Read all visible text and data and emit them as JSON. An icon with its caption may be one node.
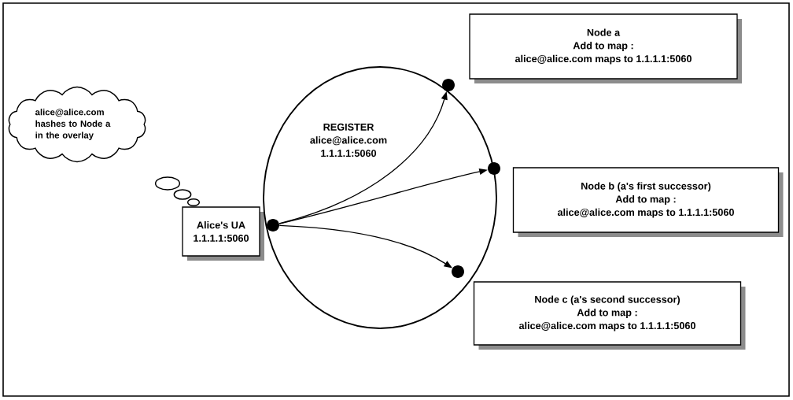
{
  "diagram": {
    "nodes": [
      {
        "text": [
          "alice@alice.com hashes to Node a in the overlay"
        ]
      },
      {
        "text": [
          "Alice's UA",
          "1.1.1.1:5060"
        ]
      },
      {
        "text": [
          "REGISTER",
          "alice@alice.com",
          "1.1.1.1:5060"
        ]
      },
      {
        "text": [],
        "shape": "circle"
      },
      {
        "text": [],
        "shape": "circle"
      },
      {
        "text": [],
        "shape": "circle"
      },
      {
        "text": [],
        "shape": "circle"
      },
      {
        "text": [
          "Node a",
          "Add to map :",
          "alice@alice.com maps to 1.1.1.1:5060"
        ]
      },
      {
        "text": [
          "Node b (a's first successor)",
          "Add to map :",
          "alice@alice.com maps to 1.1.1.1:5060"
        ]
      },
      {
        "text": [
          "Node c (a's second successor)",
          "Add to map :",
          "alice@alice.com maps to 1.1.1.1:5060"
        ]
      }
    ],
    "edges": [
      {
        "from": 3,
        "to": 4,
        "arrow": "to"
      },
      {
        "from": 3,
        "to": 5,
        "arrow": "to"
      },
      {
        "from": 3,
        "to": 6,
        "arrow": "to"
      }
    ]
  }
}
